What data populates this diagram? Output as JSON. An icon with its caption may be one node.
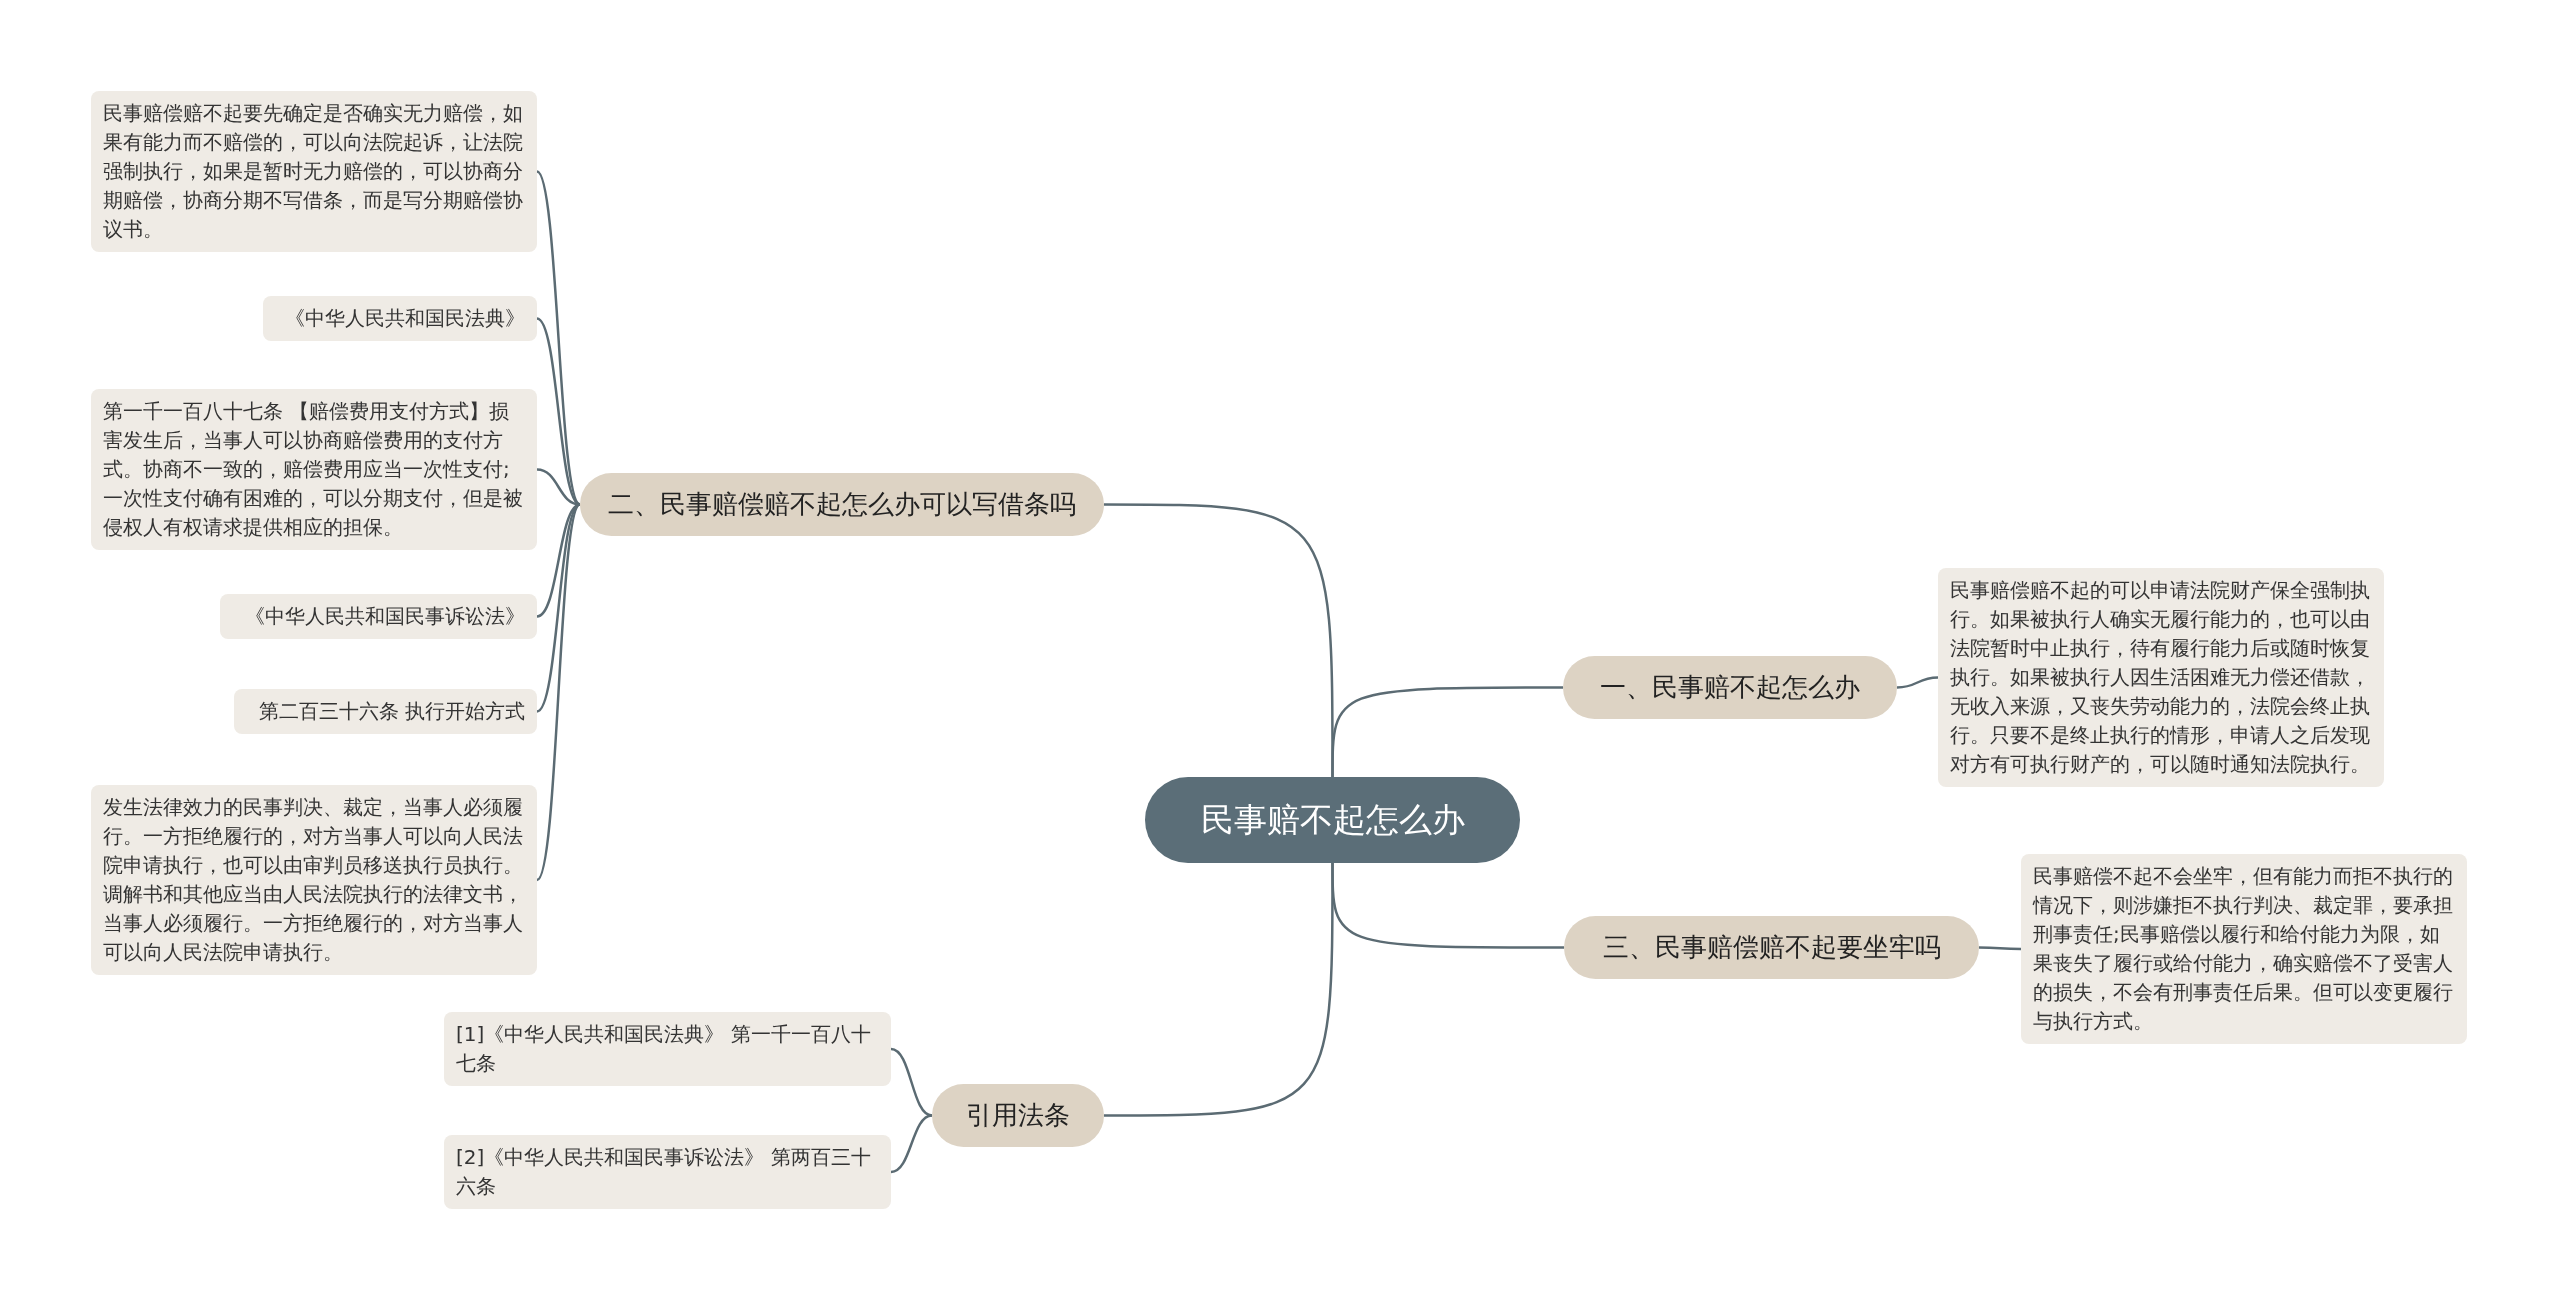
{
  "diagram": {
    "nodes": [
      {
        "text": [
          "民事赔不起怎么办"
        ]
      },
      {
        "text": [
          "一、民事赔不起怎么办"
        ]
      },
      {
        "text": [
          "民事赔偿赔不起的可以申请法院财产保全强制执行。如果被执行人确实无履行能力的，也可以由法院暂时中止执行，待有履行能力后或随时恢复执行。如果被执行人因生活困难无力偿还借款，无收入来源，又丧失劳动能力的，法院会终止执行。只要不是终止执行的情形，申请人之后发现对方有可执行财产的，可以随时通知法院执行。"
        ]
      },
      {
        "text": [
          "二、民事赔偿赔不起怎么办可以写借条吗"
        ]
      },
      {
        "text": [
          "民事赔偿赔不起要先确定是否确实无力赔偿，如果有能力而不赔偿的，可以向法院起诉，让法院强制执行，如果是暂时无力赔偿的，可以协商分期赔偿，协商分期不写借条，而是写分期赔偿协议书。"
        ]
      },
      {
        "text": [
          "《中华人民共和国民法典》"
        ]
      },
      {
        "text": [
          "第一千一百八十七条 【赔偿费用支付方式】损害发生后，当事人可以协商赔偿费用的支付方式。协商不一致的，赔偿费用应当一次性支付;一次性支付确有困难的，可以分期支付，但是被侵权人有权请求提供相应的担保。"
        ]
      },
      {
        "text": [
          "《中华人民共和国民事诉讼法》"
        ]
      },
      {
        "text": [
          "第二百三十六条 执行开始方式"
        ]
      },
      {
        "text": [
          "发生法律效力的民事判决、裁定，当事人必须履行。一方拒绝履行的，对方当事人可以向人民法院申请执行，也可以由审判员移送执行员执行。调解书和其他应当由人民法院执行的法律文书，当事人必须履行。一方拒绝履行的，对方当事人可以向人民法院申请执行。"
        ]
      },
      {
        "text": [
          "三、民事赔偿赔不起要坐牢吗"
        ]
      },
      {
        "text": [
          "民事赔偿不起不会坐牢，但有能力而拒不执行的情况下，则涉嫌拒不执行判决、裁定罪，要承担刑事责任;民事赔偿以履行和给付能力为限，如果丧失了履行或给付能力，确实赔偿不了受害人的损失，不会有刑事责任后果。但可以变更履行与执行方式。"
        ]
      },
      {
        "text": [
          "引用法条"
        ]
      },
      {
        "text": [
          "[1]《中华人民共和国民法典》 第一千一百八十七条"
        ]
      },
      {
        "text": [
          "[2]《中华人民共和国民事诉讼法》 第两百三十六条"
        ]
      }
    ],
    "edges": [
      {
        "from": 0,
        "to": 1,
        "arrow": "none"
      },
      {
        "from": 1,
        "to": 2,
        "arrow": "none"
      },
      {
        "from": 0,
        "to": 3,
        "arrow": "none"
      },
      {
        "from": 3,
        "to": 4,
        "arrow": "none"
      },
      {
        "from": 3,
        "to": 5,
        "arrow": "none"
      },
      {
        "from": 3,
        "to": 6,
        "arrow": "none"
      },
      {
        "from": 3,
        "to": 7,
        "arrow": "none"
      },
      {
        "from": 3,
        "to": 8,
        "arrow": "none"
      },
      {
        "from": 3,
        "to": 9,
        "arrow": "none"
      },
      {
        "from": 0,
        "to": 10,
        "arrow": "none"
      },
      {
        "from": 10,
        "to": 11,
        "arrow": "none"
      },
      {
        "from": 0,
        "to": 12,
        "arrow": "none"
      },
      {
        "from": 12,
        "to": 13,
        "arrow": "none"
      },
      {
        "from": 12,
        "to": 14,
        "arrow": "none"
      }
    ]
  }
}
